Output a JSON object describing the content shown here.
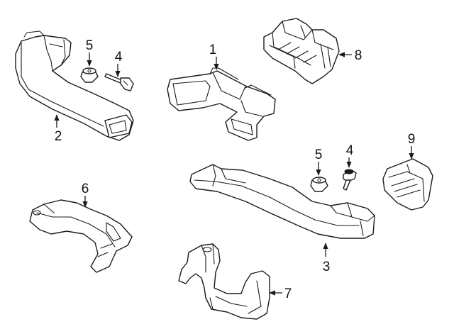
{
  "diagram": {
    "callouts": [
      {
        "id": "c1",
        "label": "1"
      },
      {
        "id": "c2",
        "label": "2"
      },
      {
        "id": "c3",
        "label": "3"
      },
      {
        "id": "c4a",
        "label": "4"
      },
      {
        "id": "c4b",
        "label": "4"
      },
      {
        "id": "c5a",
        "label": "5"
      },
      {
        "id": "c5b",
        "label": "5"
      },
      {
        "id": "c6",
        "label": "6"
      },
      {
        "id": "c7",
        "label": "7"
      },
      {
        "id": "c8",
        "label": "8"
      },
      {
        "id": "c9",
        "label": "9"
      }
    ],
    "colors": {
      "line": "#1a1a1a",
      "background": "#ffffff"
    }
  }
}
